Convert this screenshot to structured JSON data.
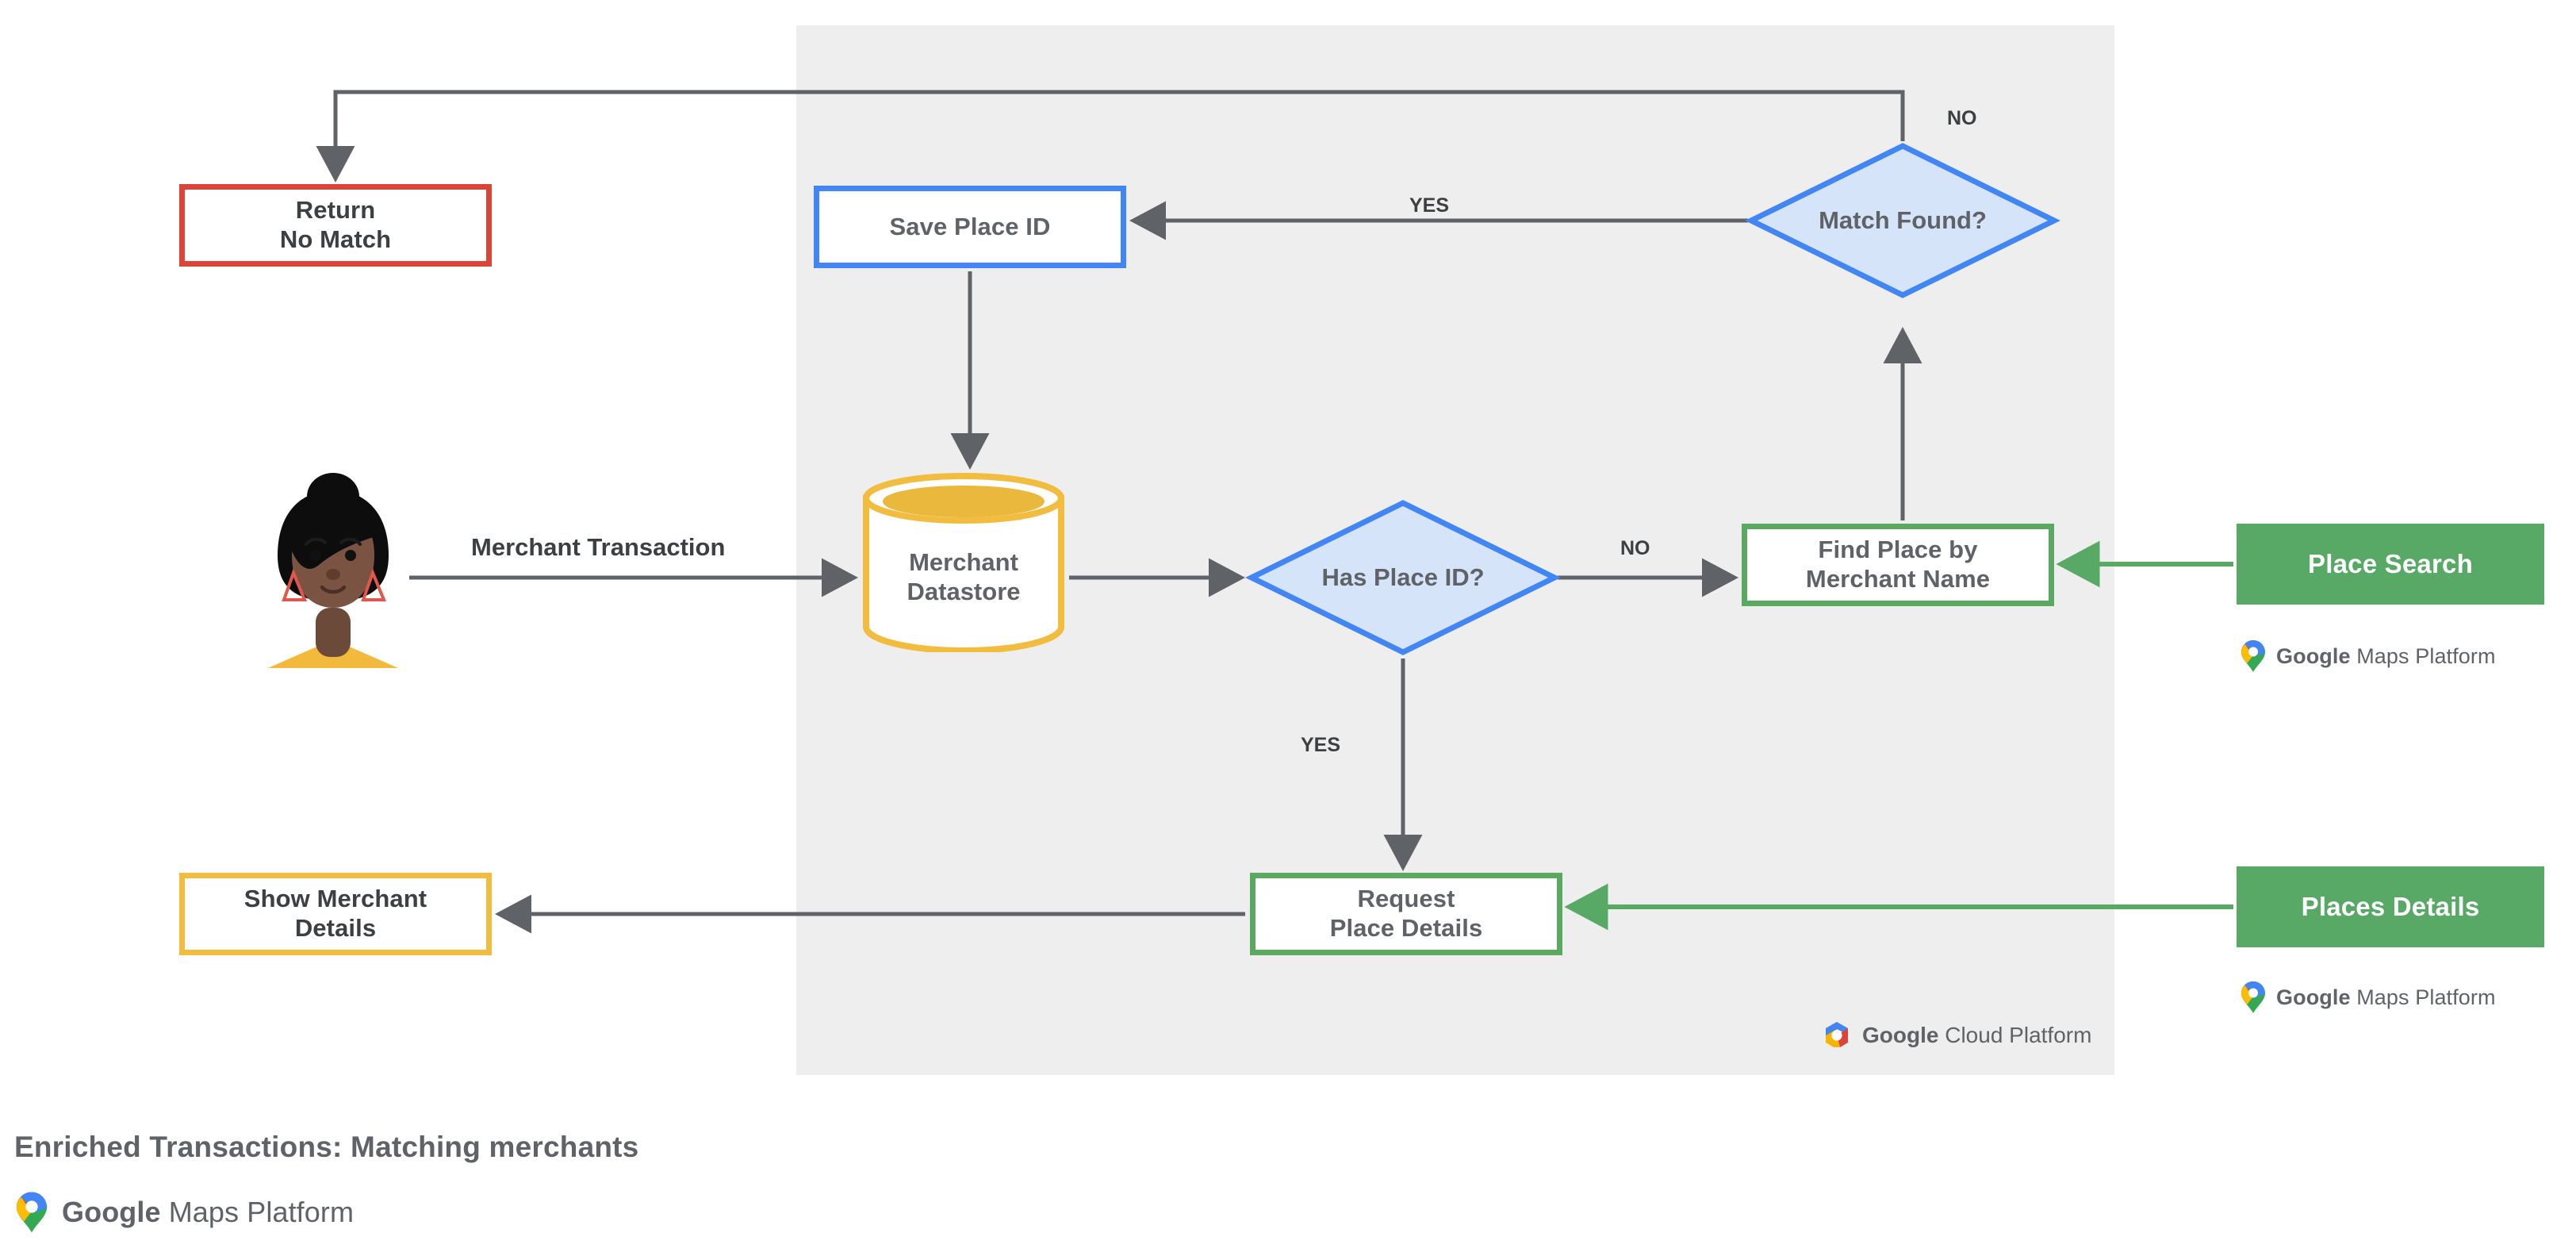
{
  "diagram": {
    "caption": "Enriched Transactions: Matching merchants",
    "platform_panel_label": "Google Cloud Platform",
    "colors": {
      "panel_background": "#eeeeee",
      "page_background": "#ffffff",
      "red": "#db4437",
      "blue": "#4285f4",
      "blue_fill": "#d6e4fa",
      "green": "#5ba861",
      "green_solid": "#57a965",
      "amber": "#f2bc3f",
      "connector": "#5f6368",
      "text": "#5f6368"
    }
  },
  "nodes": {
    "return_no_match": {
      "line1": "Return",
      "line2": "No Match",
      "shape": "process",
      "color": "red"
    },
    "save_place_id": {
      "line1": "Save Place ID",
      "line2": "",
      "shape": "process",
      "color": "blue"
    },
    "match_found": {
      "line1": "Match",
      "line2": "Found?",
      "shape": "decision",
      "color": "blue"
    },
    "merchant_datastore": {
      "line1": "Merchant",
      "line2": "Datastore",
      "shape": "datastore",
      "color": "amber"
    },
    "has_place_id": {
      "line1": "Has",
      "line2": "Place ID?",
      "shape": "decision",
      "color": "blue"
    },
    "find_place_by_merchant_name": {
      "line1": "Find Place by",
      "line2": "Merchant Name",
      "shape": "process",
      "color": "green"
    },
    "request_place_details": {
      "line1": "Request",
      "line2": "Place Details",
      "shape": "process",
      "color": "green"
    },
    "show_merchant_details": {
      "line1": "Show Merchant",
      "line2": "Details",
      "shape": "process",
      "color": "amber"
    }
  },
  "products": {
    "place_search": {
      "label": "Place Search",
      "attribution_brand": "Google",
      "attribution_rest": " Maps Platform"
    },
    "places_details": {
      "label": "Places Details",
      "attribution_brand": "Google",
      "attribution_rest": " Maps Platform"
    }
  },
  "gcp_attribution": {
    "brand": "Google",
    "rest": " Cloud Platform"
  },
  "footer_attribution": {
    "brand": "Google",
    "rest": " Maps Platform"
  },
  "edge_labels": {
    "merchant_transaction": "Merchant Transaction",
    "match_found_yes": "YES",
    "match_found_no": "NO",
    "has_place_id_no": "NO",
    "has_place_id_yes": "YES"
  },
  "icons": {
    "maps_pin": "maps-pin-icon",
    "cloud_hexagon": "cloud-hexagon-icon",
    "user_avatar": "user-avatar-icon"
  }
}
